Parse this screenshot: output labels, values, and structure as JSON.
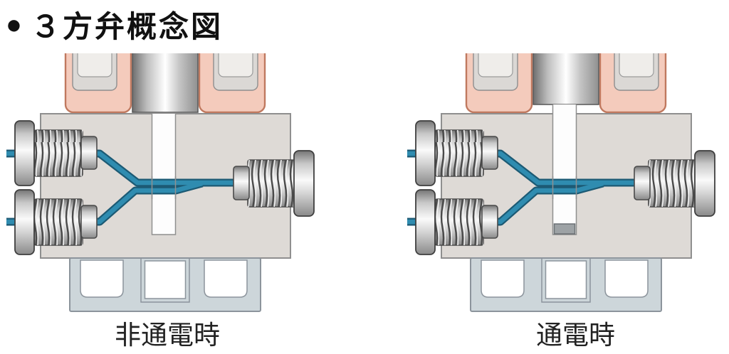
{
  "header": {
    "bullet": "●",
    "title": "３方弁概念図"
  },
  "diagrams": {
    "left": {
      "caption": "非通電時"
    },
    "right": {
      "caption": "通電時"
    }
  },
  "colors": {
    "flow_blue": "#2F8CB0",
    "flow_blue_outline": "#1C5A74",
    "coil_pink": "#F4CBBC",
    "coil_pink_outline": "#C0795F",
    "valve_body_gray": "#DEDAD6",
    "bracket_gray": "#CDD6DA",
    "metal_edge": "#4A4A4A"
  }
}
